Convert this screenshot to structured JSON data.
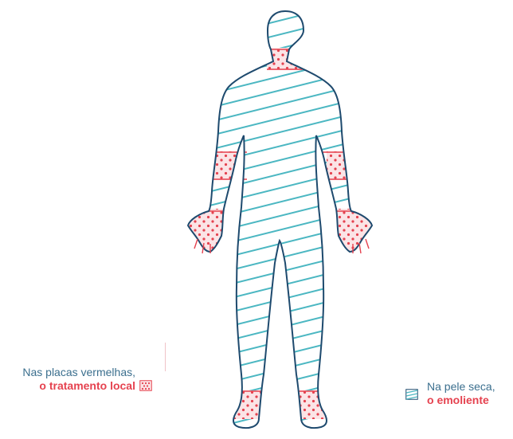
{
  "colors": {
    "outline": "#1e4a6e",
    "hatch": "#4bb7c2",
    "accent": "#e5424f",
    "patch_fill": "#fbe4e6",
    "dot": "#e5424f",
    "text_blue": "#3b6f8e"
  },
  "legend": {
    "red_plaques": {
      "line1": "Nas placas vermelhas,",
      "line2": "o tratamento local"
    },
    "dry_skin": {
      "line1": "Na pele seca,",
      "line2": "o emoliente"
    }
  },
  "regions": {
    "dotted": [
      "neck",
      "left-elbow",
      "right-elbow",
      "left-hand",
      "right-hand",
      "left-ankle",
      "right-ankle"
    ],
    "hatched": [
      "body"
    ]
  }
}
